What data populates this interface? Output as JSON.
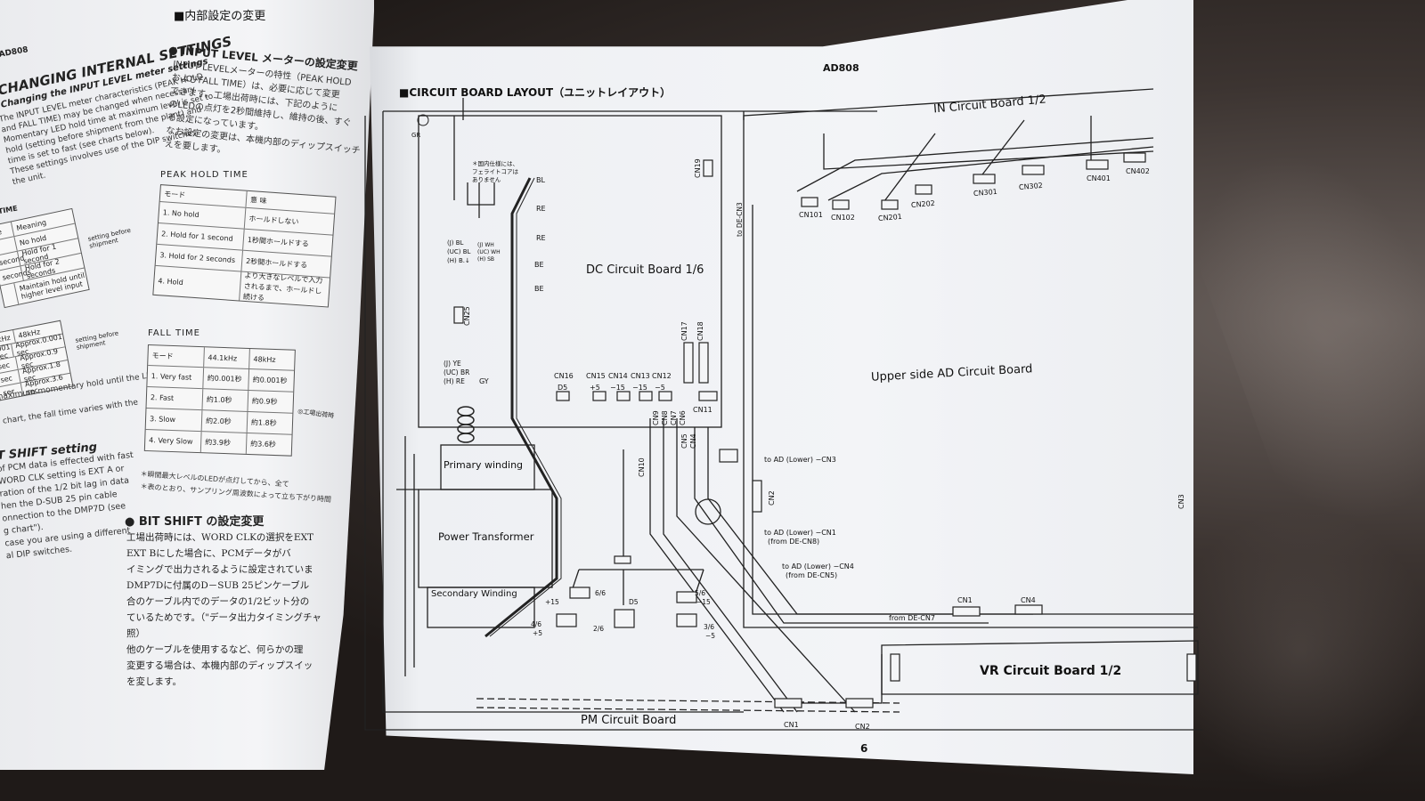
{
  "left_page": {
    "section_jp": "■内部設定の変更",
    "model_tag": "AD808",
    "heading_en": "CHANGING INTERNAL SETTINGS",
    "subheading_en": "Changing the INPUT LEVEL meter settings",
    "para_en": [
      "The INPUT LEVEL meter characteristics (PEAK HOLD",
      "and FALL TIME) may be changed when necessary.",
      "Momentary LED hold time at maximum level is set to",
      "hold (setting before shipment from the plant) and",
      "time is set to fast (see charts below).",
      "These settings involves use of the DIP switches",
      "the unit."
    ],
    "input_level_heading": "● INPUT LEVEL メーターの設定変更",
    "para_jp": [
      "INPUT LEVELメーターの特性（PEAK HOLD",
      "およびFALL TIME）は、必要に応じて変更",
      "できます。工場出荷時には、下記のように",
      "のLEDの点灯を2秒間維持し、維持の後、すぐ",
      "る設定になっています。",
      "なお設定の変更は、本機内部のディップスイッチ",
      "えを要します。"
    ],
    "peak_hold_title": "PEAK HOLD TIME",
    "peak_hold_headers": [
      "モード",
      "意 味"
    ],
    "peak_hold_rows": [
      [
        "1. No hold",
        "ホールドしない"
      ],
      [
        "2. Hold for 1 second",
        "1秒間ホールドする"
      ],
      [
        "3. Hold for 2 seconds",
        "2秒間ホールドする"
      ],
      [
        "4. Hold",
        "より大きなレベルで入力されるまで、ホールドし続ける"
      ]
    ],
    "left_table1_title": "D TIME",
    "left_table1_headers": [
      "de",
      "Meaning"
    ],
    "left_table1_rows": [
      "No hold",
      "Hold for 1 second",
      "Hold for 2 seconds",
      "Maintain hold until higher level input"
    ],
    "left_table1_row_labels": [
      "second",
      "seconds"
    ],
    "setting_note": "setting before shipment",
    "left_table2_headers": [
      "1kHz",
      "48kHz"
    ],
    "left_table2_rows": [
      "Approx.0.001 sec",
      "Approx.0.9 sec",
      "Approx.1.8 sec",
      "Approx.3.6 sec"
    ],
    "left_table2_labels": [
      ".001 sec",
      "sec",
      "sec",
      "sec"
    ],
    "setting_note2": "setting before shipment",
    "maximum_note": "maximum momentary hold until the LED",
    "chart_note": "e chart, the fall time varies with the",
    "fall_time_title": "FALL TIME",
    "fall_headers": [
      "モード",
      "44.1kHz",
      "48kHz"
    ],
    "fall_rows": [
      [
        "1. Very fast",
        "約0.001秒",
        "約0.001秒"
      ],
      [
        "2. Fast",
        "約1.0秒",
        "約0.9秒"
      ],
      [
        "3. Slow",
        "約2.0秒",
        "約1.8秒"
      ],
      [
        "4. Very Slow",
        "約3.9秒",
        "約3.6秒"
      ]
    ],
    "factory_note": "◎工場出荷時",
    "footnote1": "＊瞬間最大レベルのLEDが点灯してから、全て",
    "footnote2": "＊表のとおり、サンプリング周波数によって立ち下がり時間",
    "bit_shift_en": "T SHIFT setting",
    "bit_shift_para": [
      "of PCM data is effected with fast",
      "WORD CLK setting is EXT A or",
      "ration of the 1/2 bit lag in data",
      "hen the D-SUB 25 pin cable",
      "onnection to the DMP7D (see",
      "g chart\").",
      "case you are using a different",
      "al DIP switches."
    ],
    "bit_shift_jp_heading": "● BIT SHIFT の設定変更",
    "bit_shift_jp": [
      "工場出荷時には、WORD CLKの選択をEXT",
      "EXT Bにした場合に、PCMデータがバ",
      "イミングで出力されるように設定されていま",
      "DMP7Dに付属のD－SUB 25ピンケーブル",
      "合のケーブル内でのデータの1/2ビット分の",
      "ているためです。（\"データ出力タイミングチャ",
      "照）",
      "他のケーブルを使用するなど、何らかの理",
      "変更する場合は、本機内部のディップスイッ",
      "を変します。"
    ]
  },
  "right_page": {
    "model_tag": "AD808",
    "section_title": "■CIRCUIT BOARD LAYOUT（ユニットレイアウト）",
    "page_number": "6",
    "boards": {
      "dc": "DC Circuit Board 1/6",
      "in": "IN Circuit Board 1/2",
      "ad_upper": "Upper side AD Circuit Board",
      "vr": "VR Circuit Board 1/2",
      "pm": "PM Circuit Board",
      "primary": "Primary winding",
      "transformer": "Power Transformer",
      "secondary": "Secondary Winding"
    },
    "connectors_in": [
      "CN101",
      "CN102",
      "CN201",
      "CN202",
      "CN301",
      "CN302",
      "CN401",
      "CN402"
    ],
    "connectors_dc": [
      "CN16",
      "CN15",
      "CN14",
      "CN13",
      "CN12",
      "CN19",
      "CN25",
      "CN17",
      "CN18",
      "CN11",
      "CN10",
      "CN9",
      "CN8",
      "CN7",
      "CN6",
      "CN5",
      "CN4",
      "CN2"
    ],
    "connector_values": [
      "D5",
      "+5",
      "−15",
      "−15",
      "−5"
    ],
    "wire_colors": [
      "BL",
      "RE",
      "RE",
      "BE",
      "BE"
    ],
    "note_jp": [
      "＊国内仕様には、",
      "フェライトコアは",
      "ありません"
    ],
    "wire_label1": [
      "(J) BL",
      "(UC) BL",
      "(H) B.↓"
    ],
    "wire_label2": [
      "(J) WH",
      "(UC) WH",
      "(H) SB"
    ],
    "wire_label3": [
      "(J) YE",
      "(UC) BR",
      "(H) RE"
    ],
    "gy": "GY",
    "gr": "GR",
    "to_de_cn3": "to DE-CN3",
    "annotations": [
      "to AD (Lower) −CN3",
      "to AD (Lower) −CN1",
      "(from DE-CN8)",
      "to AD (Lower) −CN4",
      "(from DE-CN5)",
      "from DE-CN7"
    ],
    "pm_labels": [
      "+15",
      "6/6",
      "D5",
      "5/6",
      "−15",
      "4/6",
      "+5",
      "2/6",
      "3/6",
      "−5"
    ],
    "bottom_connectors": [
      "CN1",
      "CN4",
      "CN1",
      "CN2"
    ],
    "cn3_right": "CN3"
  }
}
